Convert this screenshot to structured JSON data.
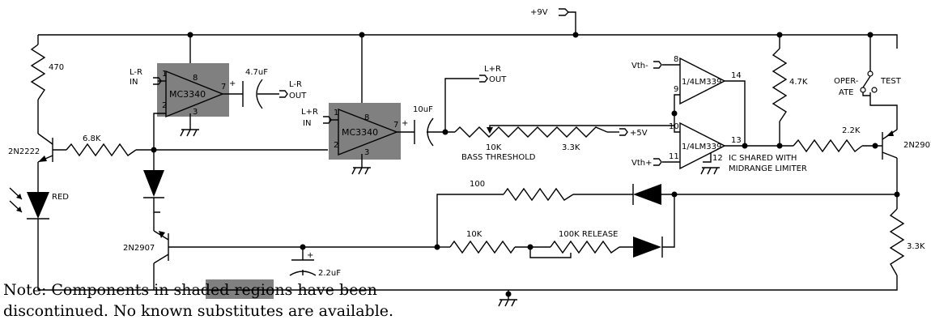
{
  "labels": {
    "supply": "+9V",
    "r470": "470",
    "lr_in_1": "L-R",
    "lr_in_2": "IN",
    "u1": "MC3340",
    "c47": "4.7uF",
    "lr_out_1": "L-R",
    "lr_out_2": "OUT",
    "lpr_in_1": "L+R",
    "lpr_in_2": "IN",
    "u2": "MC3340",
    "c10": "10uF",
    "lpr_out_1": "L+R",
    "lpr_out_2": "OUT",
    "r68": "6.8K",
    "q1": "2N2222",
    "red": "RED",
    "pot10k": "10K",
    "bass": "BASS THRESHOLD",
    "r33a": "3.3K",
    "p5v": "+5V",
    "vthm": "Vth-",
    "vthp": "Vth+",
    "cmpA": "1/4LM339",
    "cmpB": "1/4LM339",
    "ic_shared_1": "IC SHARED WITH",
    "ic_shared_2": "MIDRANGE LIMITER",
    "r47k": "4.7K",
    "operate_1": "OPER-",
    "operate_2": "ATE",
    "test": "TEST",
    "r22k": "2.2K",
    "q3": "2N2907",
    "r100": "100",
    "r10k": "10K",
    "r100k": "100K RELEASE",
    "q2": "2N2907",
    "c22": "2.2uF",
    "r33b": "3.3K",
    "note_1a": "Note: Components in ",
    "note_1b": "shaded",
    "note_1c": " regions have been",
    "note_2": "discontinued.  No known substitutes are available."
  },
  "pins": {
    "u1_1": "1",
    "u1_8": "8",
    "u1_2": "2",
    "u1_3": "3",
    "u1_7": "7",
    "u2_1": "1",
    "u2_8": "8",
    "u2_2": "2",
    "u2_3": "3",
    "u2_7": "7",
    "a8": "8",
    "a9": "9",
    "a14": "14",
    "b10": "10",
    "b11": "11",
    "b13": "13",
    "b12": "12"
  },
  "colors": {
    "shade": "#808080",
    "ink": "#000000",
    "paper": "#ffffff"
  }
}
